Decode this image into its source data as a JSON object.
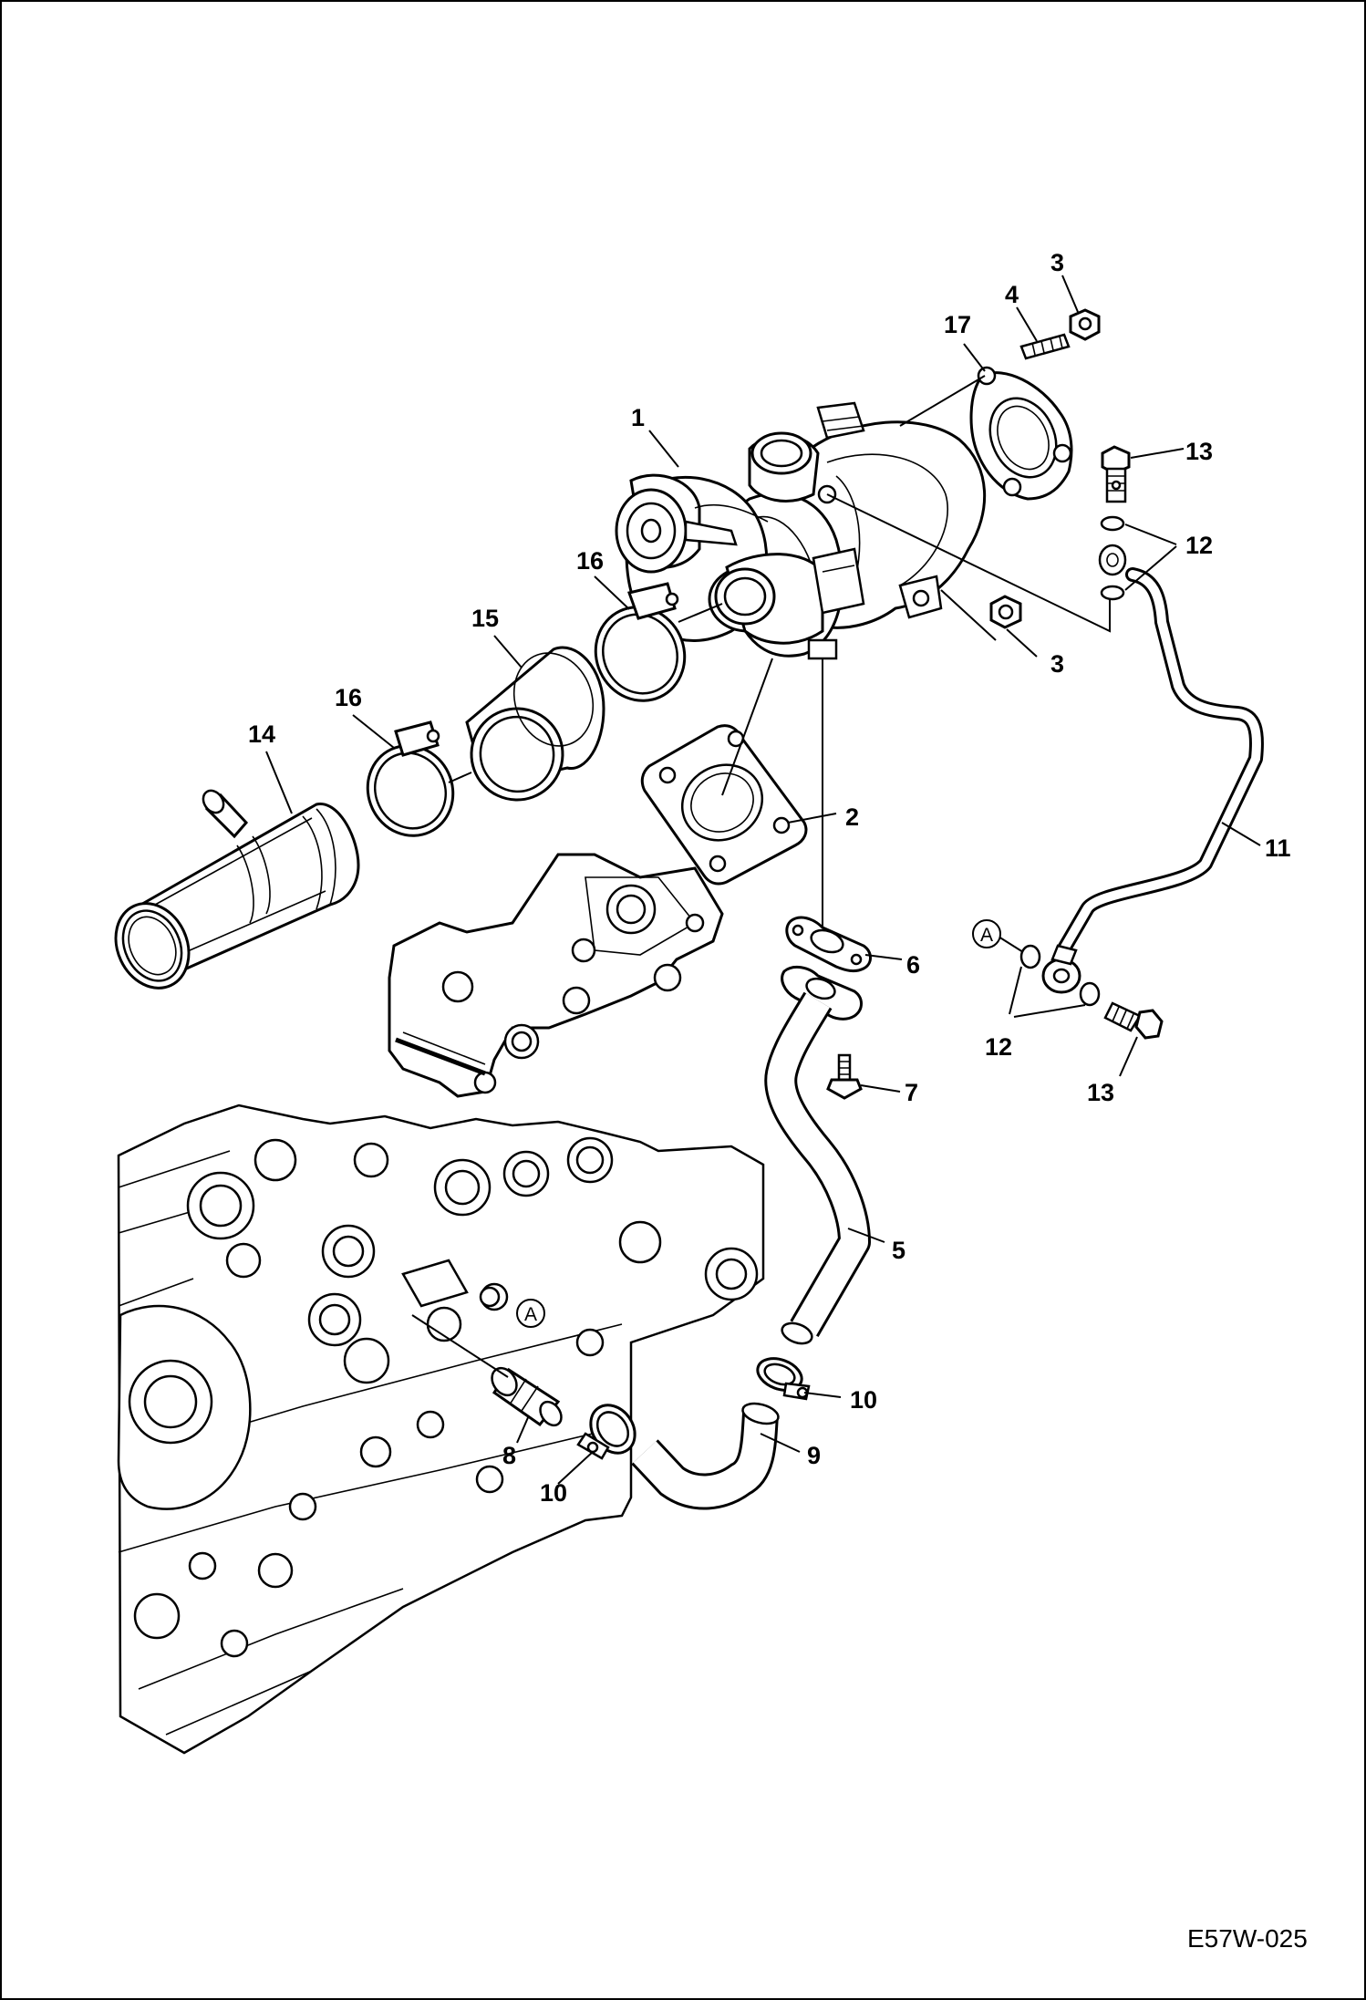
{
  "drawing_code": "E57W-025",
  "callouts": [
    {
      "id": "c1",
      "text": "1"
    },
    {
      "id": "c2",
      "text": "2"
    },
    {
      "id": "c3a",
      "text": "3"
    },
    {
      "id": "c3b",
      "text": "3"
    },
    {
      "id": "c4",
      "text": "4"
    },
    {
      "id": "c5",
      "text": "5"
    },
    {
      "id": "c6",
      "text": "6"
    },
    {
      "id": "c7",
      "text": "7"
    },
    {
      "id": "c8",
      "text": "8"
    },
    {
      "id": "c9",
      "text": "9"
    },
    {
      "id": "c10a",
      "text": "10"
    },
    {
      "id": "c10b",
      "text": "10"
    },
    {
      "id": "c11",
      "text": "11"
    },
    {
      "id": "c12a",
      "text": "12"
    },
    {
      "id": "c12b",
      "text": "12"
    },
    {
      "id": "c13a",
      "text": "13"
    },
    {
      "id": "c13b",
      "text": "13"
    },
    {
      "id": "c14",
      "text": "14"
    },
    {
      "id": "c15",
      "text": "15"
    },
    {
      "id": "c16a",
      "text": "16"
    },
    {
      "id": "c16b",
      "text": "16"
    },
    {
      "id": "c17",
      "text": "17"
    }
  ],
  "reference_marks": [
    {
      "id": "refA1",
      "text": "A"
    },
    {
      "id": "refA2",
      "text": "A"
    }
  ]
}
